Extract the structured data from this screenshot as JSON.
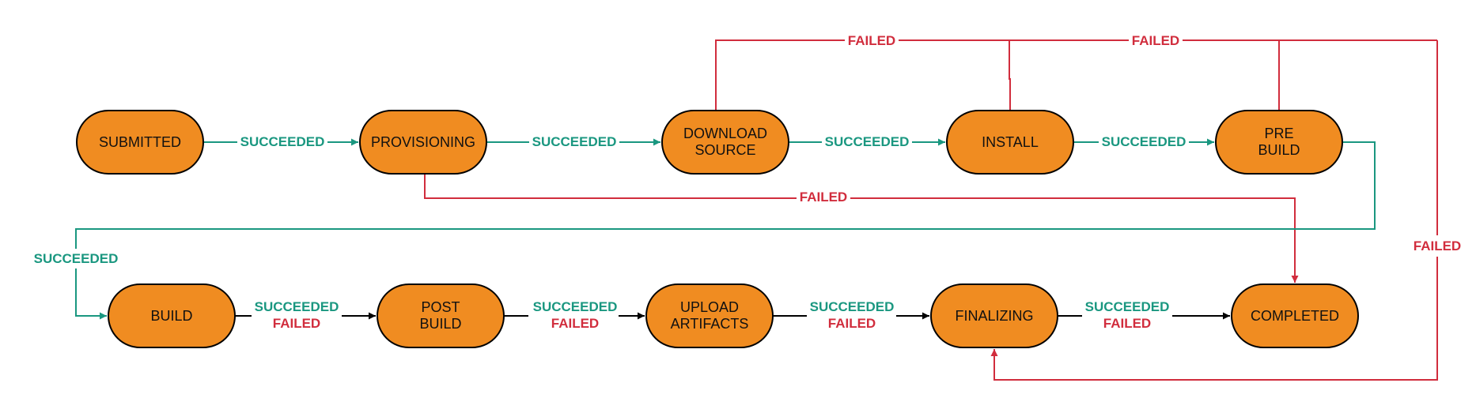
{
  "colors": {
    "node_fill": "#F08C21",
    "node_stroke": "#000000",
    "success": "#1A9780",
    "failure": "#D12D3D",
    "neutral": "#000000"
  },
  "nodes": {
    "submitted": [
      "SUBMITTED"
    ],
    "provisioning": [
      "PROVISIONING"
    ],
    "download_source": [
      "DOWNLOAD",
      "SOURCE"
    ],
    "install": [
      "INSTALL"
    ],
    "pre_build": [
      "PRE",
      "BUILD"
    ],
    "build": [
      "BUILD"
    ],
    "post_build": [
      "POST",
      "BUILD"
    ],
    "upload_artifacts": [
      "UPLOAD",
      "ARTIFACTS"
    ],
    "finalizing": [
      "FINALIZING"
    ],
    "completed": [
      "COMPLETED"
    ]
  },
  "labels": {
    "succeeded": "SUCCEEDED",
    "failed": "FAILED"
  },
  "edges": [
    {
      "from": "submitted",
      "to": "provisioning",
      "labels": [
        "SUCCEEDED"
      ]
    },
    {
      "from": "provisioning",
      "to": "download_source",
      "labels": [
        "SUCCEEDED"
      ]
    },
    {
      "from": "download_source",
      "to": "install",
      "labels": [
        "SUCCEEDED"
      ]
    },
    {
      "from": "install",
      "to": "pre_build",
      "labels": [
        "SUCCEEDED"
      ]
    },
    {
      "from": "pre_build",
      "to": "build",
      "labels": [
        "SUCCEEDED"
      ]
    },
    {
      "from": "build",
      "to": "post_build",
      "labels": [
        "SUCCEEDED",
        "FAILED"
      ]
    },
    {
      "from": "post_build",
      "to": "upload_artifacts",
      "labels": [
        "SUCCEEDED",
        "FAILED"
      ]
    },
    {
      "from": "upload_artifacts",
      "to": "finalizing",
      "labels": [
        "SUCCEEDED",
        "FAILED"
      ]
    },
    {
      "from": "finalizing",
      "to": "completed",
      "labels": [
        "SUCCEEDED",
        "FAILED"
      ]
    },
    {
      "from": "provisioning",
      "to": "completed",
      "labels": [
        "FAILED"
      ]
    },
    {
      "from": "download_source",
      "to": "finalizing",
      "labels": [
        "FAILED"
      ]
    },
    {
      "from": "install",
      "to": "finalizing",
      "labels": [
        "FAILED"
      ]
    },
    {
      "from": "pre_build",
      "to": "finalizing",
      "labels": [
        "FAILED"
      ]
    }
  ]
}
